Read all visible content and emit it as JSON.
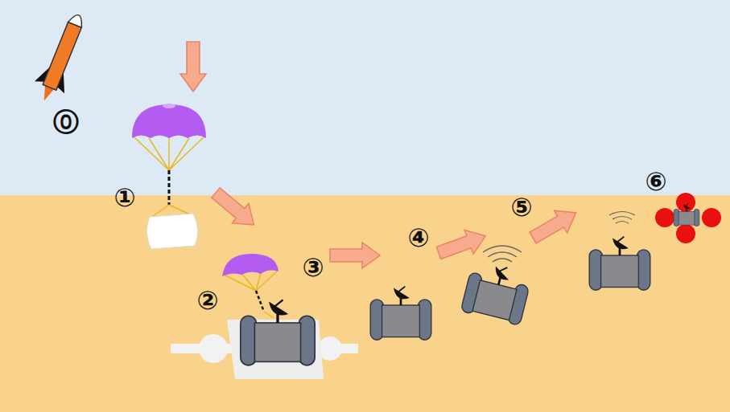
{
  "diagram": {
    "labels": [
      "⓪",
      "①",
      "②",
      "③",
      "④",
      "⑤",
      "⑥"
    ]
  }
}
